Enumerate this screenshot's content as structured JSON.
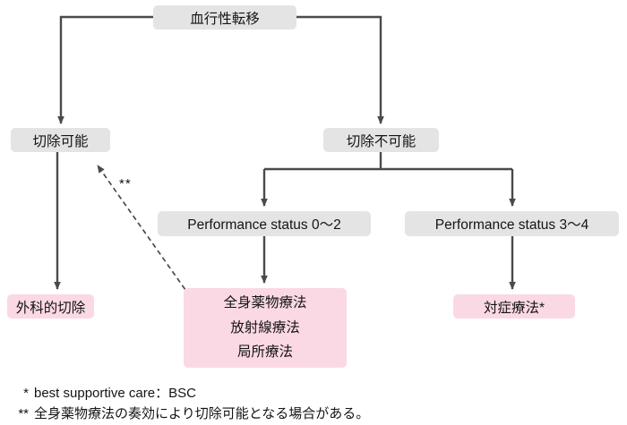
{
  "diagram": {
    "nodes": {
      "root": {
        "label": "血行性転移"
      },
      "resectable": {
        "label": "切除可能"
      },
      "unresectable": {
        "label": "切除不可能"
      },
      "ps_0_2": {
        "label": "Performance status 0〜2"
      },
      "ps_3_4": {
        "label": "Performance status 3〜4"
      },
      "surgical_resection": {
        "label": "外科的切除"
      },
      "combined_therapy": {
        "lines": [
          "全身薬物療法",
          "放射線療法",
          "局所療法"
        ]
      },
      "symptomatic_therapy": {
        "label": "対症療法*"
      }
    },
    "annotations": {
      "dashed_arrow_marker": "**"
    },
    "footnotes": [
      {
        "marker": "*",
        "text": "best supportive care：BSC"
      },
      {
        "marker": "**",
        "text": "全身薬物療法の奏効により切除可能となる場合がある。"
      }
    ]
  },
  "colors": {
    "node_gray": "#e4e4e4",
    "node_pink": "#fbd9e4",
    "arrow": "#4a4a4a",
    "text": "#141414"
  }
}
